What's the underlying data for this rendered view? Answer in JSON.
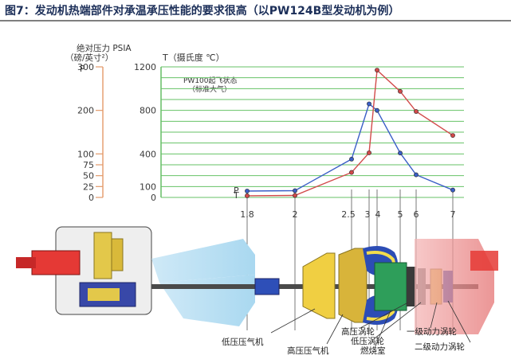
{
  "figure_title": "图7：发动机热端部件对承温承压性能的要求很高（以PW124B型发动机为例）",
  "chart_data": {
    "type": "line",
    "pressure_axis_label": "绝对压力 PSIA",
    "pressure_unit": "（磅/英寸²）",
    "pressure_symbol": "P",
    "temperature_axis_label": "T（摄氏度 ℃）",
    "state_note_1": "PW100起飞状态",
    "state_note_2": "（标准大气）",
    "pressure_ticks": [
      "300",
      "200",
      "100",
      "75",
      "50",
      "25",
      "0"
    ],
    "temperature_ticks": [
      "1200",
      "800",
      "400",
      "100",
      "0"
    ],
    "pressure_tick_values": [
      300,
      200,
      100,
      75,
      50,
      25,
      0
    ],
    "temperature_tick_values": [
      1200,
      800,
      400,
      100,
      0
    ],
    "stations": [
      "1.8",
      "2",
      "2.5",
      "3",
      "4",
      "5",
      "6",
      "7"
    ],
    "series": [
      {
        "name": "P",
        "color": "#3b5fc7",
        "values": [
          14.7,
          15.5,
          88,
          215,
          200,
          102,
          52,
          17
        ]
      },
      {
        "name": "T",
        "color": "#d24a4a",
        "values": [
          15,
          18,
          230,
          410,
          1170,
          975,
          790,
          570
        ]
      }
    ]
  },
  "engine_labels": {
    "lp_compressor": "低压压气机",
    "hp_compressor": "高压压气机",
    "hp_turbine": "高压涡轮",
    "lp_turbine": "低压涡轮",
    "combustor": "燃烧室",
    "power_turbine_1": "一级动力涡轮",
    "power_turbine_2": "二级动力涡轮"
  }
}
